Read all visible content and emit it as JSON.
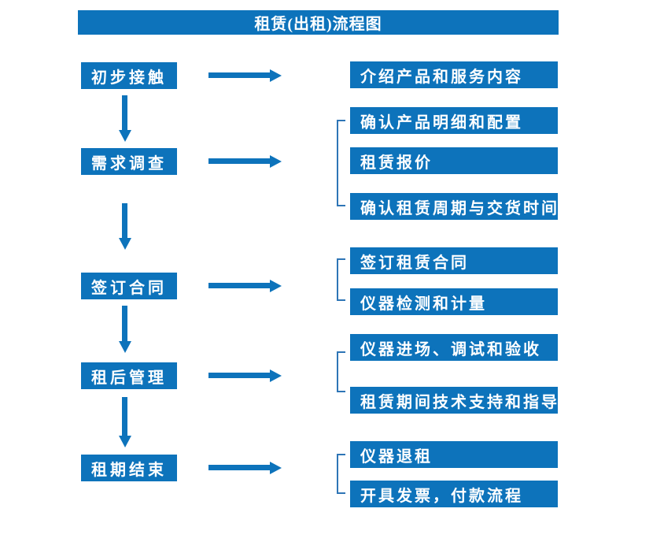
{
  "title": "租赁(出租)流程图",
  "colors": {
    "primary": "#0d73bb",
    "bracket": "#2e75b6",
    "text_on_primary": "#ffffff"
  },
  "stages": [
    {
      "label": "初步接触",
      "details": [
        "介绍产品和服务内容"
      ]
    },
    {
      "label": "需求调查",
      "details": [
        "确认产品明细和配置",
        "租赁报价",
        "确认租赁周期与交货时间"
      ]
    },
    {
      "label": "签订合同",
      "details": [
        "签订租赁合同",
        "仪器检测和计量"
      ]
    },
    {
      "label": "租后管理",
      "details": [
        "仪器进场、调试和验收",
        "租赁期间技术支持和指导"
      ]
    },
    {
      "label": "租期结束",
      "details": [
        "仪器退租",
        "开具发票，付款流程"
      ]
    }
  ]
}
